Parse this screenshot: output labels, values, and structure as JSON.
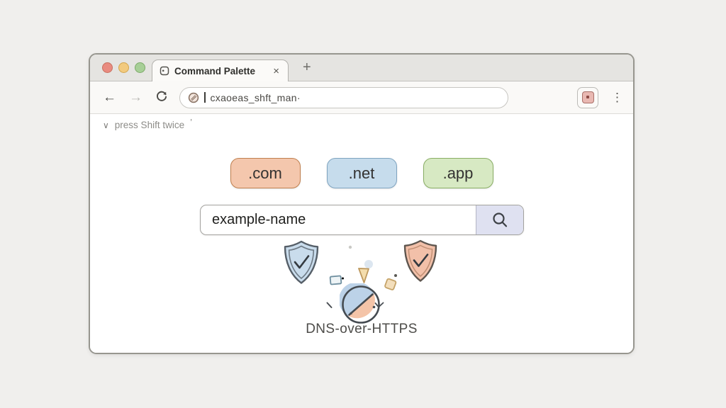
{
  "window": {
    "tab": {
      "title": "Command Palette"
    },
    "icons": {
      "close": "×",
      "new_tab": "+",
      "back": "←",
      "forward": "→",
      "menu": "⋮",
      "hint_chevron": "∨",
      "hint_tick": "’"
    },
    "toolbar": {
      "address_value": "cxaoeas_shft_man·"
    },
    "hint_label": "press Shift twice"
  },
  "content": {
    "tld_pills": [
      {
        "label": ".com",
        "fill": "#f4c7ad",
        "border": "#c0804f"
      },
      {
        "label": ".net",
        "fill": "#c6dcec",
        "border": "#7fa4c0"
      },
      {
        "label": ".app",
        "fill": "#d7e9c3",
        "border": "#89ae64"
      }
    ],
    "search": {
      "value": "example-name"
    },
    "caption": "DNS-over-HTTPS"
  },
  "colors": {
    "page_background": "#f0efed",
    "header_background": "#e5e4e1",
    "search_button_background": "#dfe1f1",
    "shield_blue": "#c9dcec",
    "shield_orange": "#f2c0a9",
    "pie_blue": "#bcd2e8",
    "pie_orange": "#f4c4a8",
    "traffic_red": "#e98b80",
    "traffic_yellow": "#f2ca7e",
    "traffic_green": "#a7cf97"
  }
}
